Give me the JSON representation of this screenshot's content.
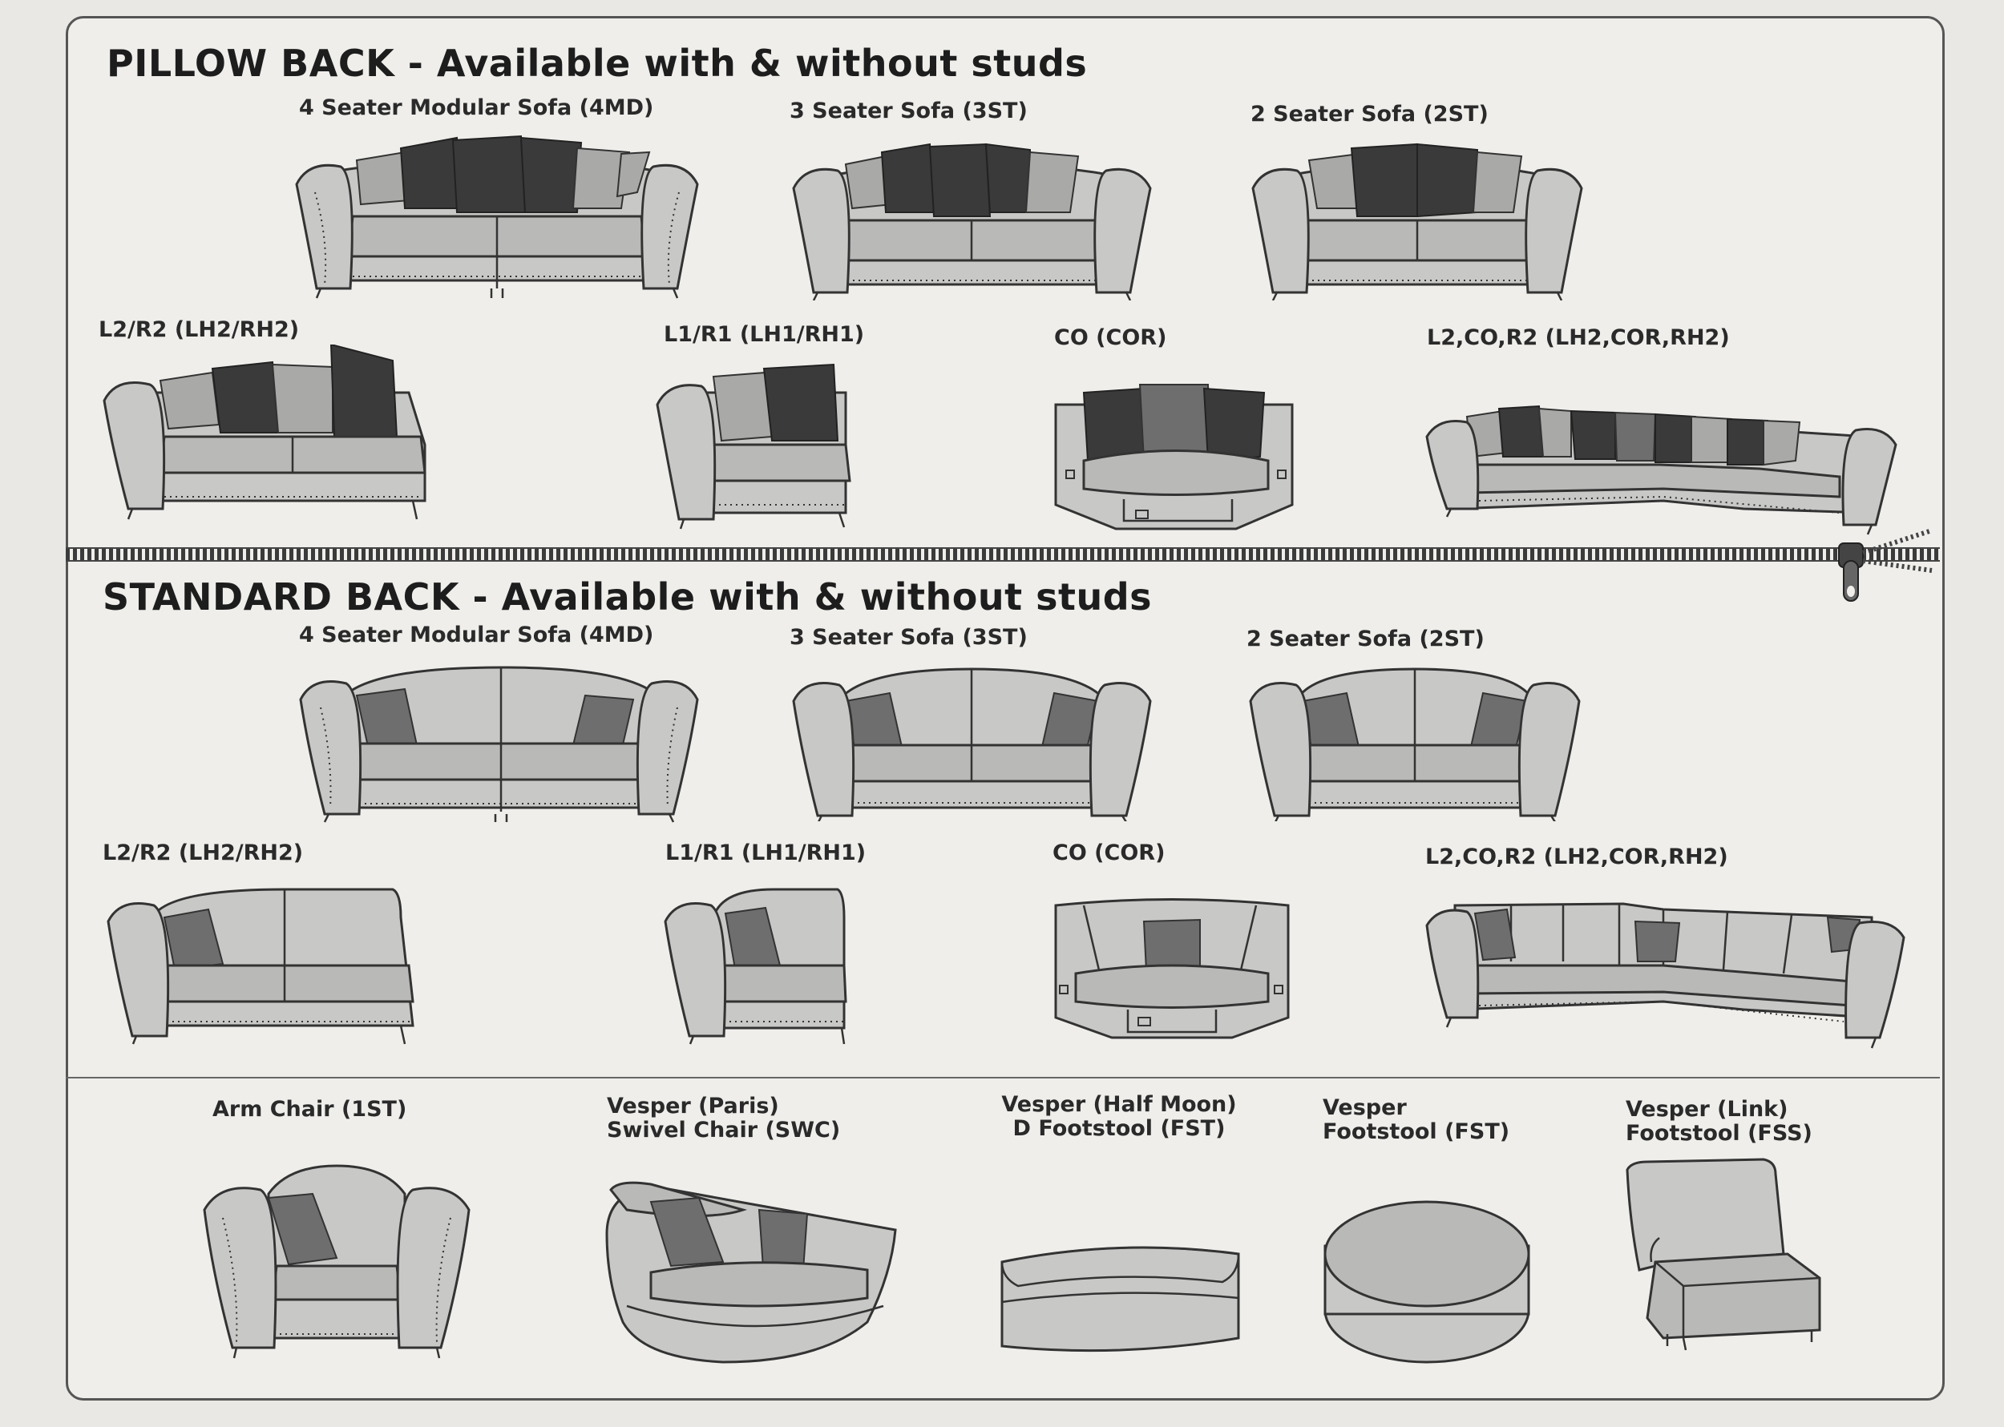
{
  "pillow_back": {
    "title": "PILLOW BACK - Available with & without studs",
    "items": [
      {
        "label": "4 Seater Modular Sofa (4MD)"
      },
      {
        "label": "3 Seater Sofa (3ST)"
      },
      {
        "label": "2 Seater Sofa (2ST)"
      },
      {
        "label": "L2/R2 (LH2/RH2)"
      },
      {
        "label": "L1/R1 (LH1/RH1)"
      },
      {
        "label": "CO (COR)"
      },
      {
        "label": "L2,CO,R2 (LH2,COR,RH2)"
      }
    ]
  },
  "standard_back": {
    "title": "STANDARD BACK - Available with & without studs",
    "items": [
      {
        "label": "4 Seater Modular Sofa (4MD)"
      },
      {
        "label": "3 Seater Sofa (3ST)"
      },
      {
        "label": "2 Seater Sofa (2ST)"
      },
      {
        "label": "L2/R2 (LH2/RH2)"
      },
      {
        "label": "L1/R1 (LH1/RH1)"
      },
      {
        "label": "CO (COR)"
      },
      {
        "label": "L2,CO,R2 (LH2,COR,RH2)"
      }
    ]
  },
  "accessories": {
    "items": [
      {
        "line1": "Arm Chair (1ST)",
        "line2": ""
      },
      {
        "line1": "Vesper (Paris)",
        "line2": "Swivel Chair (SWC)"
      },
      {
        "line1": "Vesper (Half Moon)",
        "line2": "D Footstool (FST)"
      },
      {
        "line1": "Vesper",
        "line2": "Footstool (FST)"
      },
      {
        "line1": "Vesper (Link)",
        "line2": "Footstool (FSS)"
      }
    ]
  },
  "colors": {
    "page": "#efeeeb",
    "fabric": "#c8c8c6",
    "cushion_dark": "#3a3a3a",
    "cushion_mid": "#6e6e6e",
    "cushion_light": "#a9a9a7",
    "outline": "#333333"
  }
}
